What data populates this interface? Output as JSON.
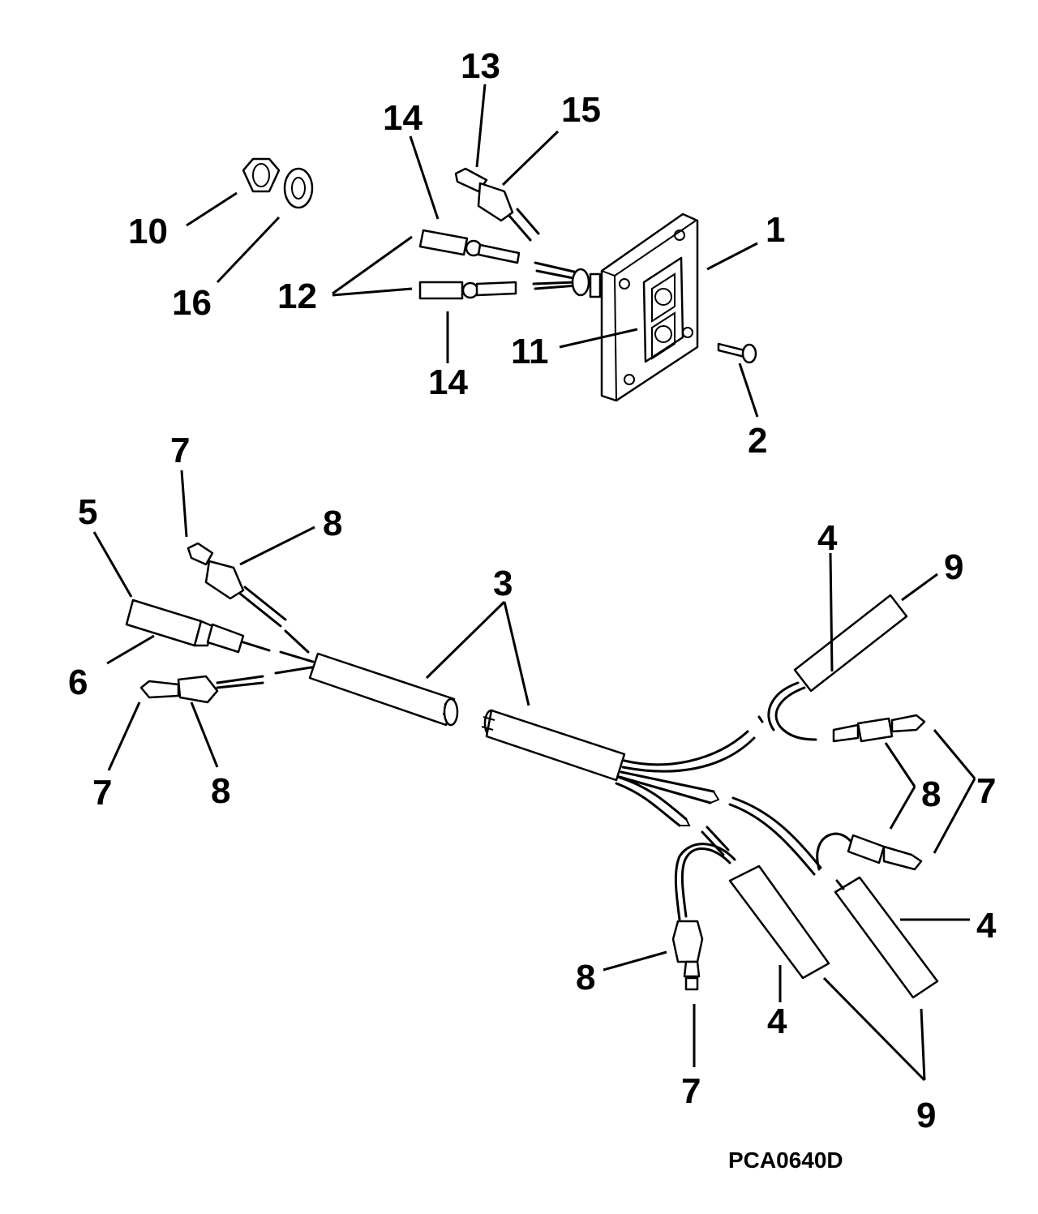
{
  "callouts": {
    "c1": "1",
    "c2": "2",
    "c3": "3",
    "c4a": "4",
    "c4b": "4",
    "c4c": "4",
    "c5": "5",
    "c6": "6",
    "c7a": "7",
    "c7b": "7",
    "c7c": "7",
    "c7d": "7",
    "c8a": "8",
    "c8b": "8",
    "c8c": "8",
    "c8d": "8",
    "c9a": "9",
    "c9b": "9",
    "c10": "10",
    "c11": "11",
    "c12": "12",
    "c13": "13",
    "c14a": "14",
    "c14b": "14",
    "c15": "15",
    "c16": "16"
  },
  "figure_code": "PCA0640D"
}
